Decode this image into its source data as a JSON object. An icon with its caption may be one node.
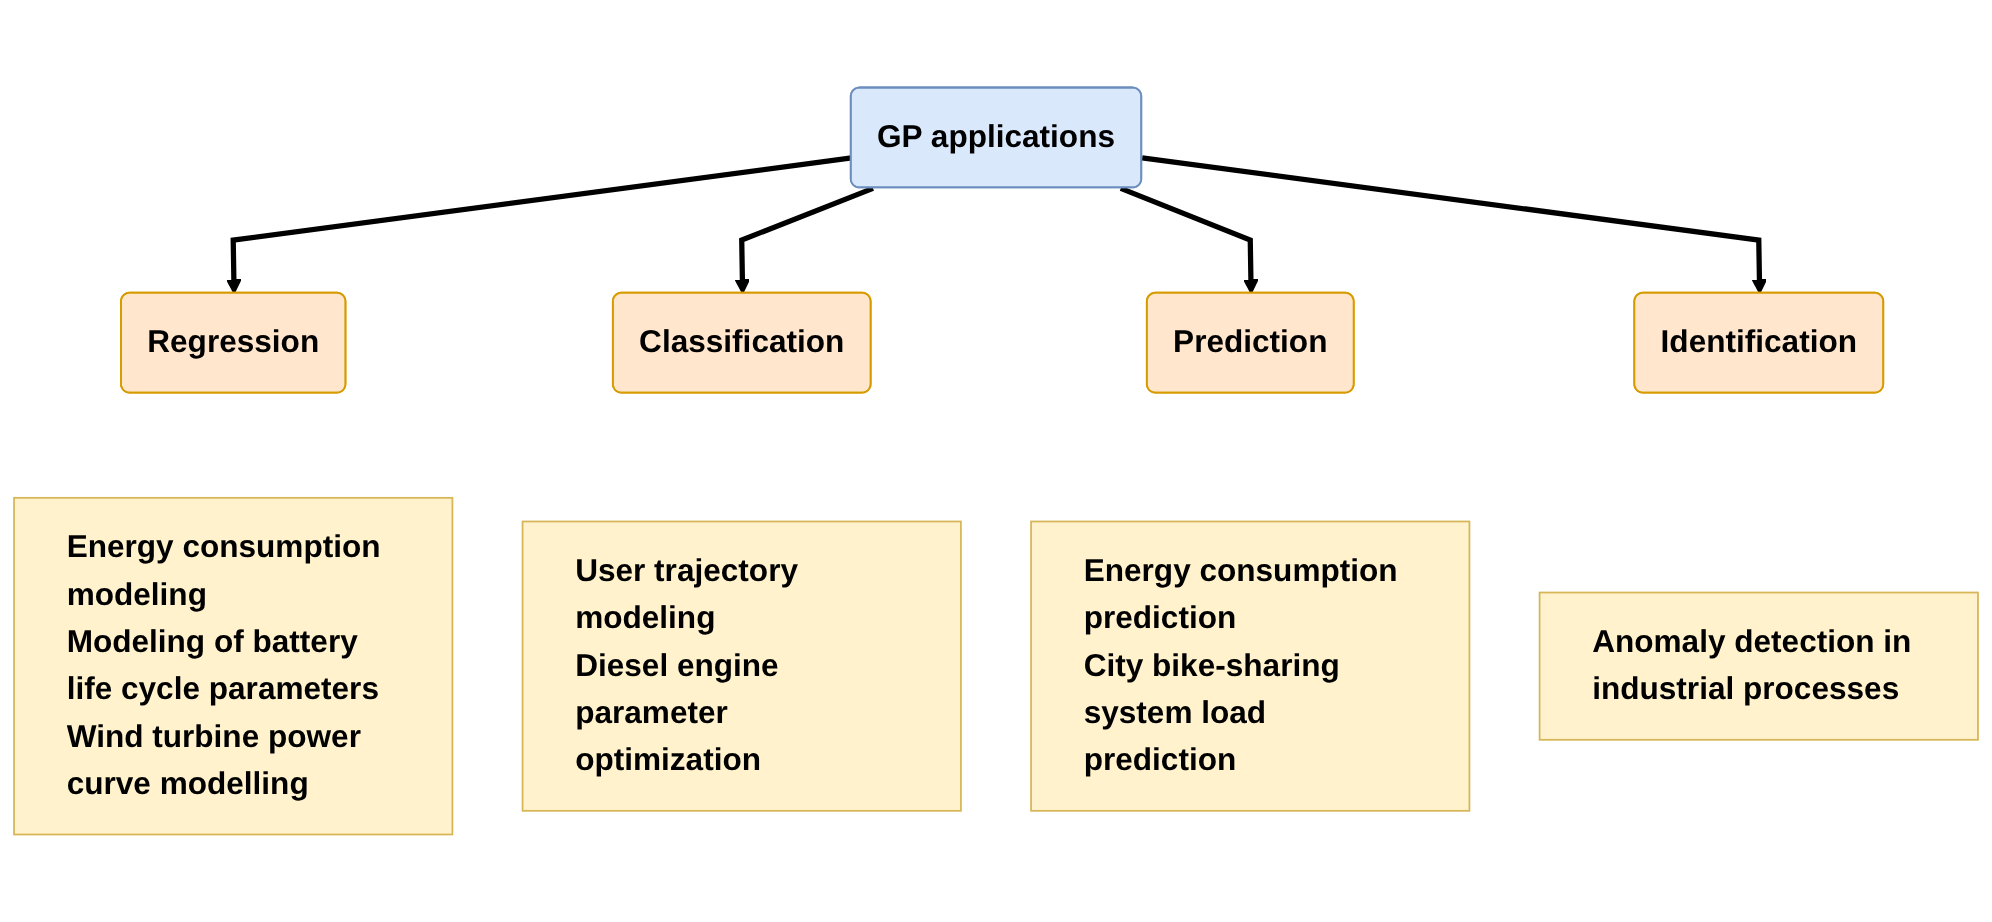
{
  "diagram": {
    "nodes": [
      {
        "text": [
          "GP applications"
        ]
      },
      {
        "text": [
          "Regression"
        ]
      },
      {
        "text": [
          "Classification"
        ]
      },
      {
        "text": [
          "Prediction"
        ]
      },
      {
        "text": [
          "Identification"
        ]
      },
      {
        "text": [
          "Energy consumption modeling",
          "Modeling of battery life cycle parameters",
          "Wind turbine power curve modelling"
        ]
      },
      {
        "text": [
          "User trajectory modeling",
          "Diesel engine parameter optimization"
        ]
      },
      {
        "text": [
          "Energy consumption prediction",
          "City bike-sharing system load prediction"
        ]
      },
      {
        "text": [
          "Anomaly detection in industrial processes"
        ]
      }
    ],
    "edges": [
      {
        "from": 0,
        "to": 1,
        "arrow": "to"
      },
      {
        "from": 0,
        "to": 2,
        "arrow": "to"
      },
      {
        "from": 0,
        "to": 3,
        "arrow": "to"
      },
      {
        "from": 0,
        "to": 4,
        "arrow": "to"
      }
    ]
  }
}
